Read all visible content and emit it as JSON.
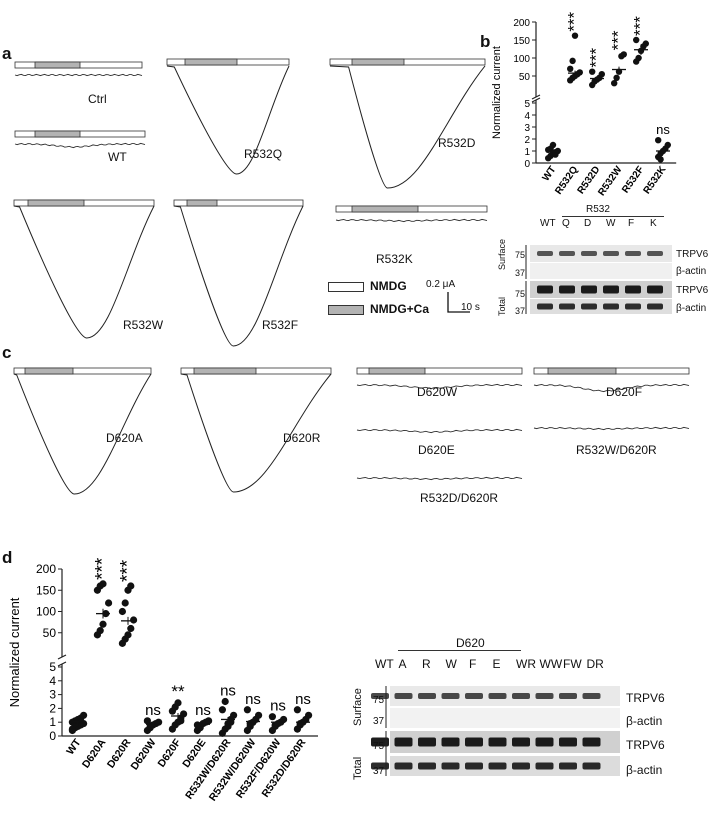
{
  "panel_a": {
    "letter": "a",
    "traces": [
      {
        "label": "Ctrl"
      },
      {
        "label": "WT"
      },
      {
        "label": "R532Q"
      },
      {
        "label": "R532D"
      },
      {
        "label": "R532W"
      },
      {
        "label": "R532F"
      },
      {
        "label": "R532K"
      }
    ],
    "legend": {
      "nmdg": "NMDG",
      "nmdg_ca": "NMDG+Ca"
    },
    "scale": {
      "current": "0.2 μA",
      "time": "10 s"
    }
  },
  "panel_b": {
    "letter": "b",
    "blot": {
      "header_group": "R532",
      "lanes": [
        "WT",
        "Q",
        "D",
        "W",
        "F",
        "K"
      ],
      "surface_label": "Surface",
      "total_label": "Total",
      "markers": [
        "75",
        "37",
        "75",
        "37"
      ],
      "bands": [
        "TRPV6",
        "β-actin",
        "TRPV6",
        "β-actin"
      ]
    }
  },
  "panel_c": {
    "letter": "c",
    "traces": [
      {
        "label": "D620A"
      },
      {
        "label": "D620R"
      },
      {
        "label": "D620W"
      },
      {
        "label": "D620F"
      },
      {
        "label": "D620E"
      },
      {
        "label": "R532W/D620R"
      },
      {
        "label": "R532D/D620R"
      }
    ]
  },
  "panel_d": {
    "letter": "d",
    "blot": {
      "header_group": "D620",
      "lanes": [
        "WT",
        "A",
        "R",
        "W",
        "F",
        "E",
        "WR",
        "WW",
        "FW",
        "DR"
      ],
      "surface_label": "Surface",
      "total_label": "Total",
      "markers": [
        "75",
        "37",
        "75",
        "37"
      ],
      "bands": [
        "TRPV6",
        "β-actin",
        "TRPV6",
        "β-actin"
      ]
    }
  },
  "chart_data": [
    {
      "type": "scatter",
      "panel": "b",
      "ylabel": "Normalized current",
      "categories": [
        "WT",
        "R532Q",
        "R532D",
        "R532W",
        "R532F",
        "R532K"
      ],
      "y_axis_broken": true,
      "y_ticks_lower": [
        0,
        1,
        2,
        3,
        4,
        5
      ],
      "y_ticks_upper": [
        50,
        100,
        150,
        200
      ],
      "significance": [
        "",
        "***",
        "***",
        "***",
        "***",
        "ns"
      ],
      "points": [
        [
          0.4,
          0.6,
          0.8,
          0.9,
          1.0,
          1.1,
          1.2,
          1.5,
          0.7
        ],
        [
          38,
          45,
          50,
          55,
          60,
          70,
          92,
          162
        ],
        [
          25,
          35,
          40,
          45,
          55,
          62
        ],
        [
          30,
          45,
          62,
          105,
          110
        ],
        [
          90,
          100,
          120,
          132,
          140,
          150
        ],
        [
          0.5,
          0.8,
          1.0,
          1.2,
          1.5,
          1.9,
          0.3
        ]
      ],
      "means": [
        0.95,
        58,
        43,
        68,
        123,
        1.0
      ]
    },
    {
      "type": "scatter",
      "panel": "d",
      "ylabel": "Normalized current",
      "categories": [
        "WT",
        "D620A",
        "D620R",
        "D620W",
        "D620F",
        "D620E",
        "R532W/D620R",
        "R532W/D620W",
        "R532F/D620W",
        "R532D/D620R"
      ],
      "y_axis_broken": true,
      "y_ticks_lower": [
        0,
        1,
        2,
        3,
        4,
        5
      ],
      "y_ticks_upper": [
        50,
        100,
        150,
        200
      ],
      "significance": [
        "",
        "***",
        "***",
        "ns",
        "**",
        "ns",
        "ns",
        "ns",
        "ns",
        "ns"
      ],
      "points": [
        [
          0.4,
          0.6,
          0.7,
          0.8,
          0.9,
          1.0,
          1.1,
          1.2,
          1.3,
          1.5,
          0.5,
          0.9
        ],
        [
          45,
          55,
          70,
          95,
          120,
          150,
          160,
          165
        ],
        [
          25,
          35,
          45,
          60,
          80,
          100,
          120,
          150,
          160
        ],
        [
          0.4,
          0.6,
          0.8,
          0.9,
          1.0,
          1.1,
          0.7
        ],
        [
          0.5,
          0.8,
          1.0,
          1.3,
          1.6,
          1.8,
          2.1,
          2.4,
          1.1
        ],
        [
          0.4,
          0.6,
          0.9,
          1.0,
          1.1,
          0.8
        ],
        [
          0.2,
          0.5,
          0.9,
          1.2,
          1.5,
          1.9,
          2.5,
          0.7,
          1.0
        ],
        [
          0.4,
          0.7,
          1.0,
          1.2,
          1.5,
          1.9,
          0.9
        ],
        [
          0.4,
          0.7,
          0.9,
          1.0,
          1.2,
          1.4,
          0.8
        ],
        [
          0.5,
          0.8,
          1.0,
          1.2,
          1.5,
          1.9,
          0.9
        ]
      ],
      "means": [
        0.95,
        95,
        78,
        0.85,
        1.45,
        0.85,
        1.2,
        1.05,
        1.0,
        1.0
      ]
    }
  ]
}
